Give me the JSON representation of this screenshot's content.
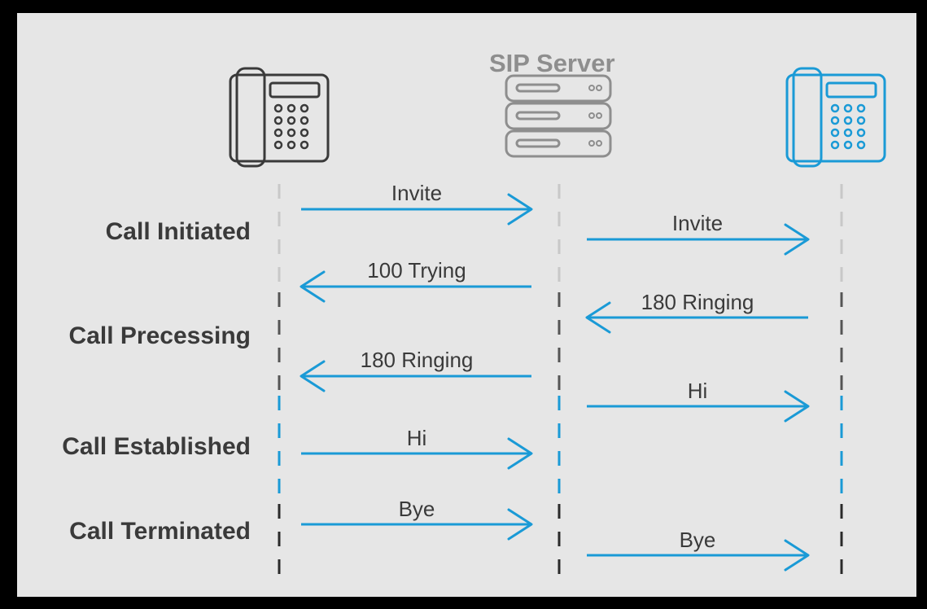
{
  "server_title": "SIP Server",
  "stages": [
    {
      "label": "Call Initiated",
      "color": "#c8c8c8"
    },
    {
      "label": "Call Precessing",
      "color": "#555555"
    },
    {
      "label": "Call Established",
      "color": "#1a9ad6"
    },
    {
      "label": "Call Terminated",
      "color": "#2a2a2a"
    }
  ],
  "messages": [
    {
      "label": "Invite",
      "from": "caller",
      "to": "server"
    },
    {
      "label": "Invite",
      "from": "server",
      "to": "callee"
    },
    {
      "label": "100 Trying",
      "from": "server",
      "to": "caller"
    },
    {
      "label": "180 Ringing",
      "from": "callee",
      "to": "server"
    },
    {
      "label": "180 Ringing",
      "from": "server",
      "to": "caller"
    },
    {
      "label": "Hi",
      "from": "server",
      "to": "callee"
    },
    {
      "label": "Hi",
      "from": "caller",
      "to": "server"
    },
    {
      "label": "Bye",
      "from": "caller",
      "to": "server"
    },
    {
      "label": "Bye",
      "from": "server",
      "to": "callee"
    }
  ],
  "icons": {
    "caller": "desk-phone-icon",
    "server": "server-stack-icon",
    "callee": "desk-phone-icon"
  },
  "colors": {
    "arrow": "#1a9ad6",
    "caller_phone": "#3a3a3a",
    "callee_phone": "#1a9ad6",
    "server": "#8e8e8e",
    "background": "#e6e6e6"
  }
}
